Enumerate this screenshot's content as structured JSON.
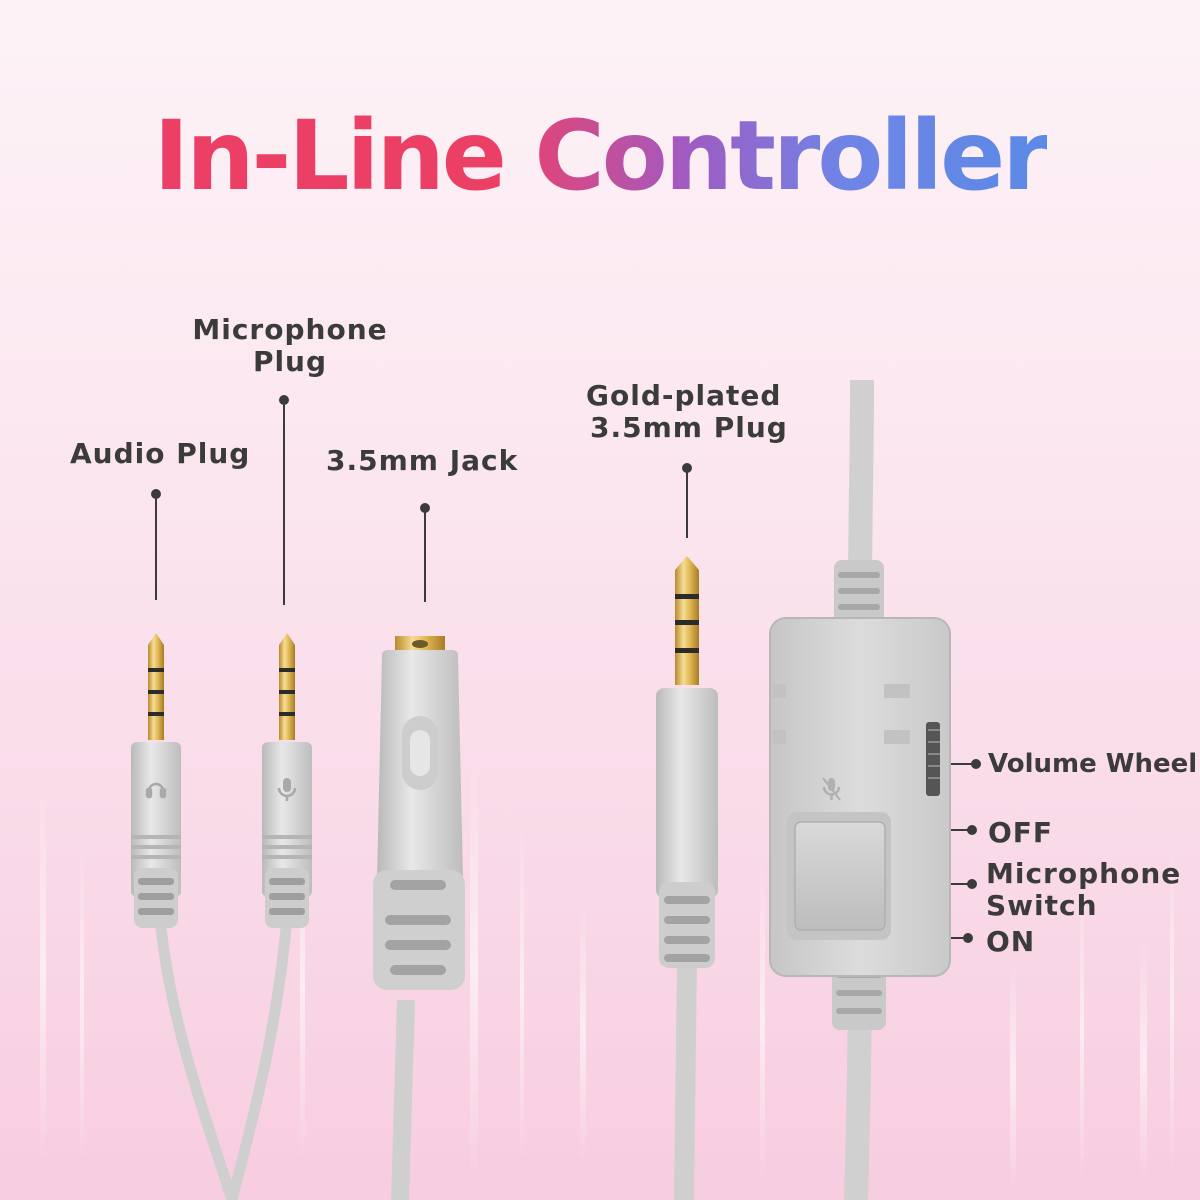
{
  "title": {
    "word1": "In-Line",
    "word2": "Controller"
  },
  "labels": {
    "microphone_plug": [
      "Microphone",
      "Plug"
    ],
    "audio_plug": "Audio Plug",
    "jack": "3.5mm Jack",
    "gold_plug": [
      "Gold-plated",
      "3.5mm Plug"
    ],
    "volume_wheel": "Volume Wheel",
    "off": "OFF",
    "microphone_switch": [
      "Microphone",
      "Switch"
    ],
    "on": "ON"
  },
  "icons": {
    "audio_plug_icon": "headphone-icon",
    "microphone_plug_icon": "microphone-icon",
    "controller_icon": "microphone-icon"
  },
  "colors": {
    "title_red": "#ec3f66",
    "title_gradient": [
      "#e0457a",
      "#a05bc2",
      "#6f84e6"
    ],
    "cable": "#cfcfcf",
    "label_text": "#3b3b3b"
  }
}
